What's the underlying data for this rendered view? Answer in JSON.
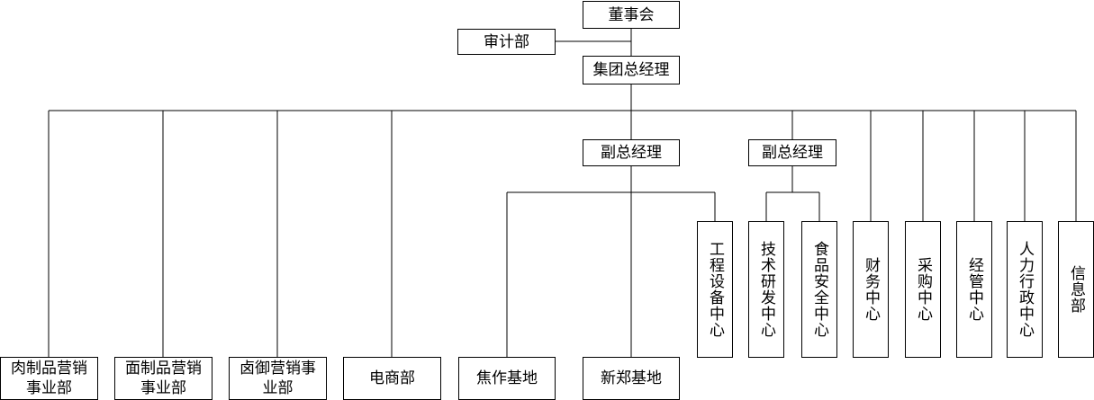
{
  "nodes": {
    "board": "董事会",
    "audit": "审计部",
    "gm": "集团总经理",
    "vp1": "副总经理",
    "vp2": "副总经理",
    "meat": "肉制品营销事业部",
    "noodle": "面制品营销事业部",
    "braise": "卤御营销事业部",
    "ecommerce": "电商部",
    "jiaozuo": "焦作基地",
    "xinzheng": "新郑基地",
    "engineering": "工程设备中心",
    "tech": "技术研发中心",
    "food_safety": "食品安全中心",
    "finance": "财务中心",
    "purchase": "采购中心",
    "management": "经管中心",
    "hr": "人力行政中心",
    "info": "信息部"
  }
}
